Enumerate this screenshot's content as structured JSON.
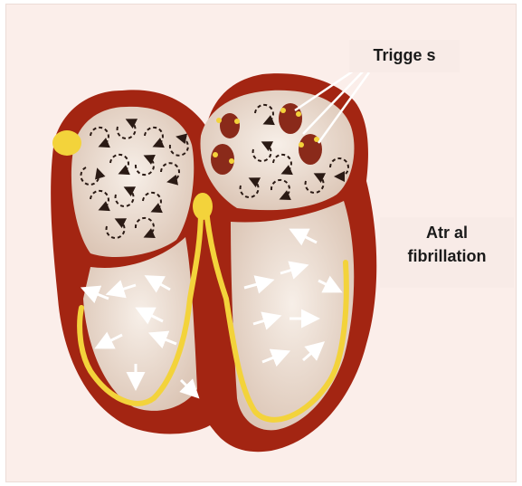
{
  "labels": {
    "triggers": "Trigge s",
    "af_line1": "Atr al",
    "af_line2": "fibrillation"
  },
  "colors": {
    "background": "#fbeeea",
    "heart_wall": "#a32512",
    "chamber_fill": "#ecdccf",
    "conduction": "#f3d33b",
    "trigger_focus": "#8a2a1a"
  },
  "icons": [
    "sa-node-icon",
    "av-node-icon",
    "trigger-focus-icon",
    "wavelet-arrow-icon",
    "activation-arrow-icon"
  ]
}
